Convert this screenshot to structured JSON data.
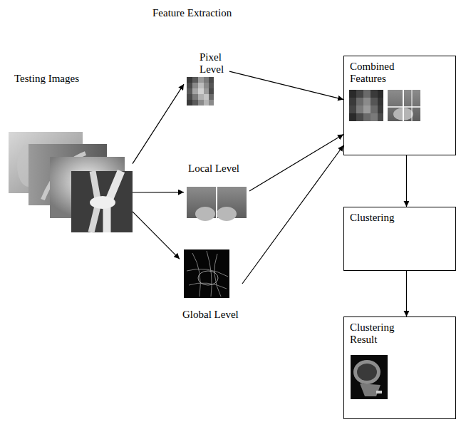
{
  "diagram": {
    "title": "Feature Extraction",
    "nodes": [
      {
        "text": [
          "Testing Images"
        ]
      },
      {
        "text": [
          "Pixel Level"
        ]
      },
      {
        "text": [
          "Local Level"
        ]
      },
      {
        "text": [
          "Global Level"
        ]
      },
      {
        "text": [
          "Combined Features"
        ]
      },
      {
        "text": [
          "Clustering"
        ]
      },
      {
        "text": [
          "Clustering Result"
        ]
      }
    ],
    "edges": [
      {
        "from": 0,
        "to": 1,
        "arrow": "to"
      },
      {
        "from": 0,
        "to": 2,
        "arrow": "to"
      },
      {
        "from": 0,
        "to": 3,
        "arrow": "to"
      },
      {
        "from": 1,
        "to": 4,
        "arrow": "to"
      },
      {
        "from": 2,
        "to": 4,
        "arrow": "to"
      },
      {
        "from": 3,
        "to": 4,
        "arrow": "to"
      },
      {
        "from": 4,
        "to": 5,
        "arrow": "to"
      },
      {
        "from": 5,
        "to": 6,
        "arrow": "to"
      }
    ]
  }
}
